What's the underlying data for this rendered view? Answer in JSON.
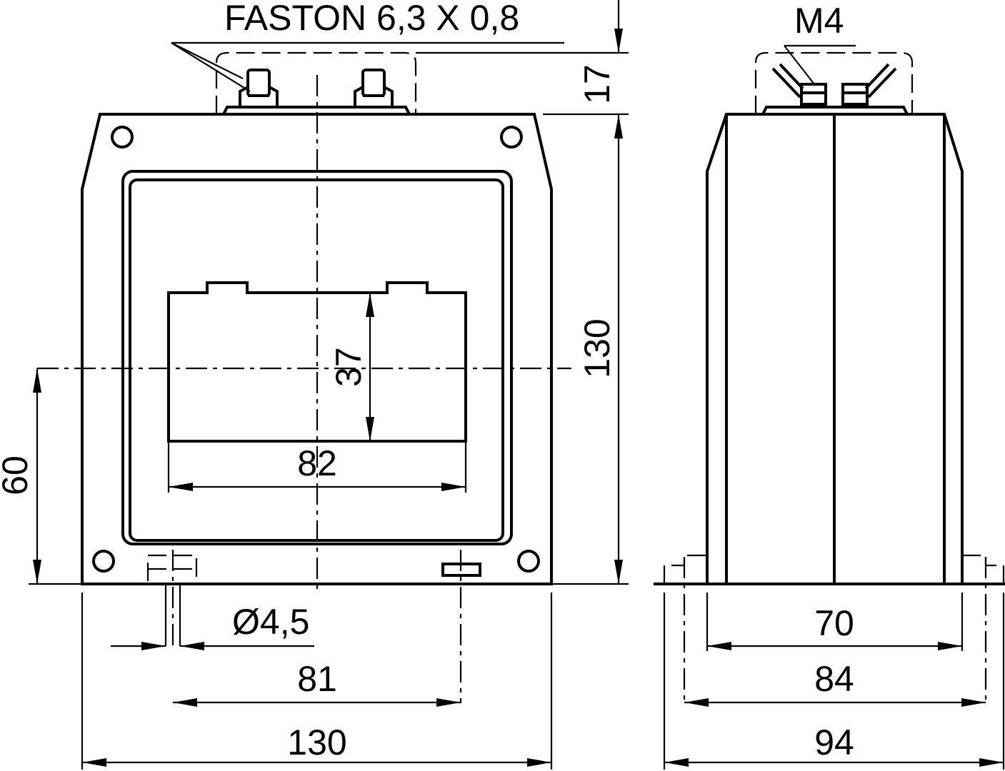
{
  "labels": {
    "faston": "FASTON 6,3 X 0,8",
    "m4": "M4",
    "dim_17": "17",
    "dim_130_height": "130",
    "dim_37": "37",
    "dim_60": "60",
    "dim_82": "82",
    "dim_hole": "Ø4,5",
    "dim_81": "81",
    "dim_130_width": "130",
    "dim_70": "70",
    "dim_84": "84",
    "dim_94": "94"
  }
}
